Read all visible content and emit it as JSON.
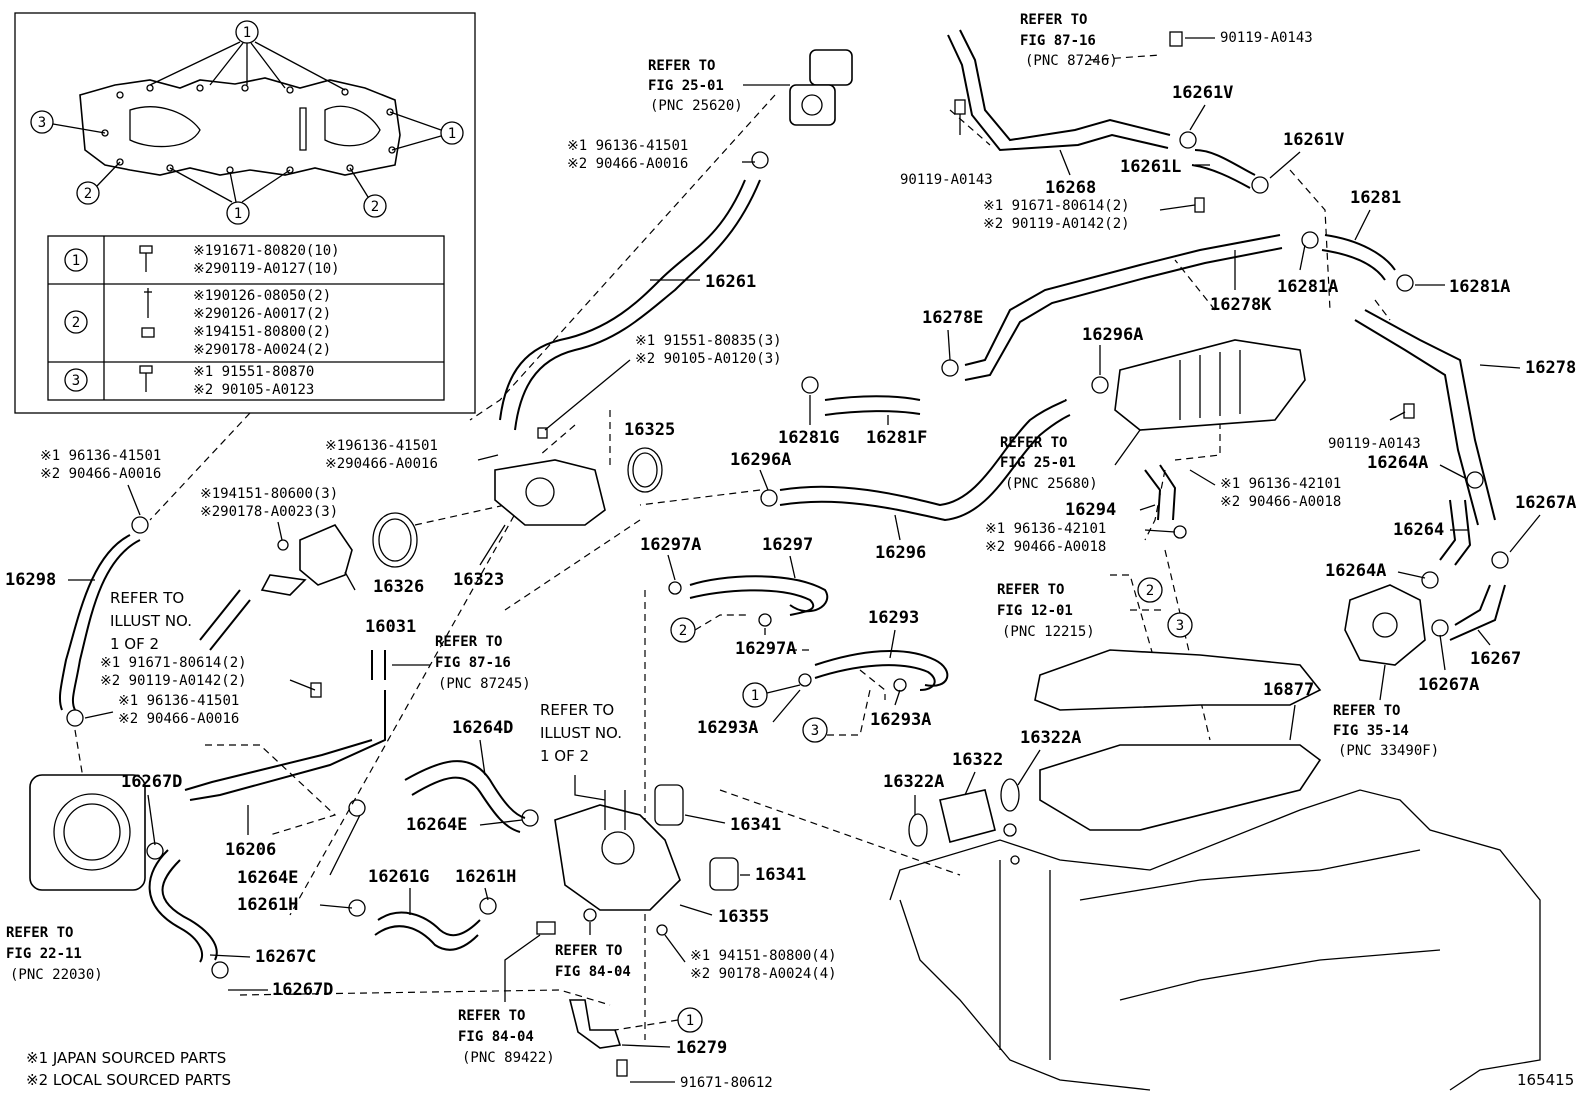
{
  "inset": {
    "callouts": {
      "c1": "1",
      "c2": "2",
      "c3": "3"
    },
    "table": [
      {
        "key": "1",
        "lines": [
          "※191671-80820(10)",
          "※290119-A0127(10)"
        ]
      },
      {
        "key": "2",
        "lines": [
          "※190126-08050(2)",
          "※290126-A0017(2)",
          "※194151-80800(2)",
          "※290178-A0024(2)"
        ]
      },
      {
        "key": "3",
        "lines": [
          "※1 91551-80870",
          "※2 90105-A0123"
        ]
      }
    ]
  },
  "parts": {
    "p16261": "16261",
    "p16298": "16298",
    "p16206": "16206",
    "p16264E_a": "16264E",
    "p16264E_b": "16264E",
    "p16264D": "16264D",
    "p16267D_a": "16267D",
    "p16267D_b": "16267D",
    "p16267C": "16267C",
    "p16261H_a": "16261H",
    "p16261H_b": "16261H",
    "p16261G": "16261G",
    "p16326": "16326",
    "p16031": "16031",
    "p16323": "16323",
    "p16325": "16325",
    "p16281G": "16281G",
    "p16281F": "16281F",
    "p16296A_a": "16296A",
    "p16296A_b": "16296A",
    "p16296": "16296",
    "p16297A_a": "16297A",
    "p16297A_b": "16297A",
    "p16297": "16297",
    "p16293": "16293",
    "p16293A_a": "16293A",
    "p16293A_b": "16293A",
    "p16341_a": "16341",
    "p16341_b": "16341",
    "p16355": "16355",
    "p16279": "16279",
    "p16268": "16268",
    "p16261V_a": "16261V",
    "p16261V_b": "16261V",
    "p16261L": "16261L",
    "p16281": "16281",
    "p16281A_a": "16281A",
    "p16281A_b": "16281A",
    "p16278K": "16278K",
    "p16278E": "16278E",
    "p16278": "16278",
    "p16294": "16294",
    "p16264A_a": "16264A",
    "p16264A_b": "16264A",
    "p16264": "16264",
    "p16267A_a": "16267A",
    "p16267A_b": "16267A",
    "p16267": "16267",
    "p16877": "16877",
    "p16322": "16322",
    "p16322A_a": "16322A",
    "p16322A_b": "16322A"
  },
  "fasteners": {
    "f1": [
      "※1 96136-41501",
      "※2 90466-A0016"
    ],
    "f2": [
      "※1 96136-41501",
      "※2 90466-A0016"
    ],
    "f3": [
      "※196136-41501",
      "※290466-A0016"
    ],
    "f4": [
      "※194151-80600(3)",
      "※290178-A0023(3)"
    ],
    "f5": [
      "※1 91551-80835(3)",
      "※2 90105-A0120(3)"
    ],
    "f6": [
      "※1 91671-80614(2)",
      "※2 90119-A0142(2)"
    ],
    "f7": [
      "※1 96136-41501",
      "※2 90466-A0016"
    ],
    "f8": [
      "※1 94151-80800(4)",
      "※2 90178-A0024(4)"
    ],
    "f9": [
      "※1 91671-80614(2)",
      "※2 90119-A0142(2)"
    ],
    "f10": [
      "※1 96136-42101",
      "※2 90466-A0018"
    ],
    "f11": [
      "※1 96136-42101",
      "※2 90466-A0018"
    ],
    "b1": "90119-A0143",
    "b2": "90119-A0143",
    "b3": "90119-A0143",
    "b4": "91671-80612"
  },
  "refs": {
    "r1": [
      "REFER TO",
      "FIG 25-01",
      "(PNC 25620)"
    ],
    "r2": [
      "REFER TO",
      "FIG 87-16",
      "(PNC 87246)"
    ],
    "r3": [
      "REFER TO",
      "ILLUST NO.",
      "1 OF 2"
    ],
    "r4": [
      "REFER TO",
      "FIG 87-16",
      "(PNC 87245)"
    ],
    "r5": [
      "REFER TO",
      "ILLUST NO.",
      "1 OF 2"
    ],
    "r6": [
      "REFER TO",
      "FIG 22-11",
      "(PNC 22030)"
    ],
    "r7": [
      "REFER TO",
      "FIG 84-04"
    ],
    "r8": [
      "REFER TO",
      "FIG 84-04",
      "(PNC 89422)"
    ],
    "r9": [
      "REFER TO",
      "FIG 25-01",
      "(PNC 25680)"
    ],
    "r10": [
      "REFER TO",
      "FIG 12-01",
      "(PNC 12215)"
    ],
    "r11": [
      "REFER TO",
      "FIG 35-14",
      "(PNC 33490F)"
    ]
  },
  "notes": {
    "n1": "※1 JAPAN SOURCED PARTS",
    "n2": "※2 LOCAL SOURCED PARTS"
  },
  "illustration_id": "165415"
}
